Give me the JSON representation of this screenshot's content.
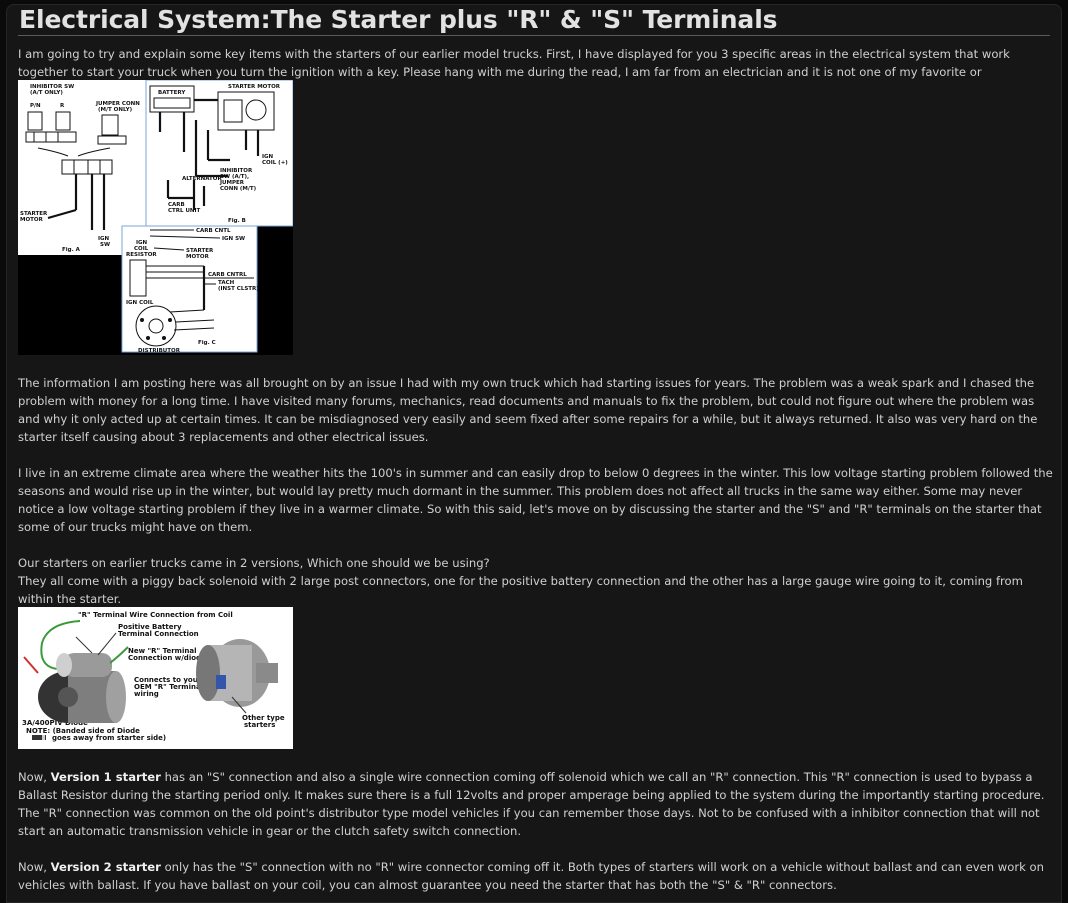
{
  "article": {
    "title": "Electrical System:The Starter plus \"R\" & \"S\" Terminals",
    "intro": "I am going to try and explain some key items with the starters of our earlier model trucks. First, I have displayed for you 3 specific areas in the electrical system that work together to start your truck when you turn the ignition with a key. Please hang with me during the read, I am far from an electrician and it is not one of my favorite or knowledgeable areas with vehicles.",
    "para_issue": "The information I am posting here was all brought on by an issue I had with my own truck which had starting issues for years. The problem was a weak spark and I chased the problem with money for a long time. I have visited many forums, mechanics, read documents and manuals to fix the problem, but could not figure out where the problem was and why it only acted up at certain times. It can be misdiagnosed very easily and seem fixed after some repairs for a while, but it always returned. It also was very hard on the starter itself causing about 3 replacements and other electrical issues.",
    "para_climate": "I live in an extreme climate area where the weather hits the 100's in summer and can easily drop to below 0 degrees in the winter. This low voltage starting problem followed the seasons and would rise up in the winter, but would lay pretty much dormant in the summer. This problem does not affect all trucks in the same way either. Some may never notice a low voltage starting problem if they live in a warmer climate. So with this said, let's move on by discussing the starter and the \"S\" and \"R\" terminals on the starter that some of our trucks might have on them.",
    "para_versions_q": "Our starters on earlier trucks came in 2 versions, Which one should we be using?",
    "para_versions_a": "They all come with a piggy back solenoid with 2 large post connectors, one for the positive battery connection and the other has a large gauge wire going to it, coming from within the starter.",
    "v1_lead": "Now, ",
    "v1_bold": "Version 1 starter",
    "v1_text": " has an \"S\" connection and also a single wire connection coming off solenoid which we call an \"R\" connection. This \"R\" connection is used to bypass a Ballast Resistor during the starting period only. It makes sure there is a full 12volts and proper amperage being applied to the system during the importantly starting procedure. The \"R\" connection was common on the old point's distributor type model vehicles if you can remember those days. Not to be confused with a inhibitor connection that will not start an automatic transmission vehicle in gear or the clutch safety switch connection.",
    "v2_lead": "Now, ",
    "v2_bold": "Version 2 starter",
    "v2_text": " only has the \"S\" connection with no \"R\" wire connector coming off it. Both types of starters will work on a vehicle without ballast and can even work on vehicles with ballast. If you have ballast on your coil, you can almost guarantee you need the starter that has both the \"S\" & \"R\" connectors."
  },
  "fig_wiring": {
    "a_inhibitor": "INHIBITOR SW",
    "a_inhibitor2": "(A/T ONLY)",
    "a_jumper": "JUMPER CONN",
    "a_jumper2": "(M/T ONLY)",
    "a_pn": "P/N",
    "a_r": "R",
    "a_starter": "STARTER",
    "a_motor": "MOTOR",
    "a_ign": "IGN",
    "a_sw": "SW",
    "a_cap": "Fig. A",
    "b_battery": "BATTERY",
    "b_starter_motor": "STARTER MOTOR",
    "b_ign_coil": "IGN",
    "b_ign_coil2": "COIL (+)",
    "b_inhibitor": "INHIBITOR",
    "b_inhibitor2": "SW (A/T),",
    "b_jumper": "JUMPER",
    "b_jumper2": "CONN (M/T)",
    "b_alternator": "ALTERNATOR",
    "b_carb": "CARB",
    "b_ctrl": "CTRL UNIT",
    "b_cap": "Fig. B",
    "c_carb_cntl": "CARB CNTL",
    "c_ign_sw": "IGN SW",
    "c_ign_coil_res": "IGN",
    "c_ign_coil_res2": "COIL",
    "c_ign_coil_res3": "RESISTOR",
    "c_starter": "STARTER",
    "c_motor": "MOTOR",
    "c_ign_coil": "IGN COIL",
    "c_carb_cntl2": "CARB CNTRL",
    "c_tach": "TACH",
    "c_inst": "(INST CLSTR)",
    "c_distributor": "DISTRIBUTOR",
    "c_cap": "Fig. C"
  },
  "fig_starter": {
    "r_terminal": "\"R\" Terminal Wire Connection from Coil",
    "pos_battery": "Positive Battery",
    "pos_battery2": "Terminal Connection",
    "new_r": "New \"R\" Terminal",
    "new_r2": "Connection w/diode",
    "connects": "Connects to your",
    "connects2": "OEM \"R\" Terminal",
    "connects3": "wiring",
    "diode": "3A/400PIV Diode",
    "note": "NOTE: (Banded side of Diode",
    "note2": "goes away from starter side)",
    "other": "Other type",
    "other2": "starters"
  }
}
